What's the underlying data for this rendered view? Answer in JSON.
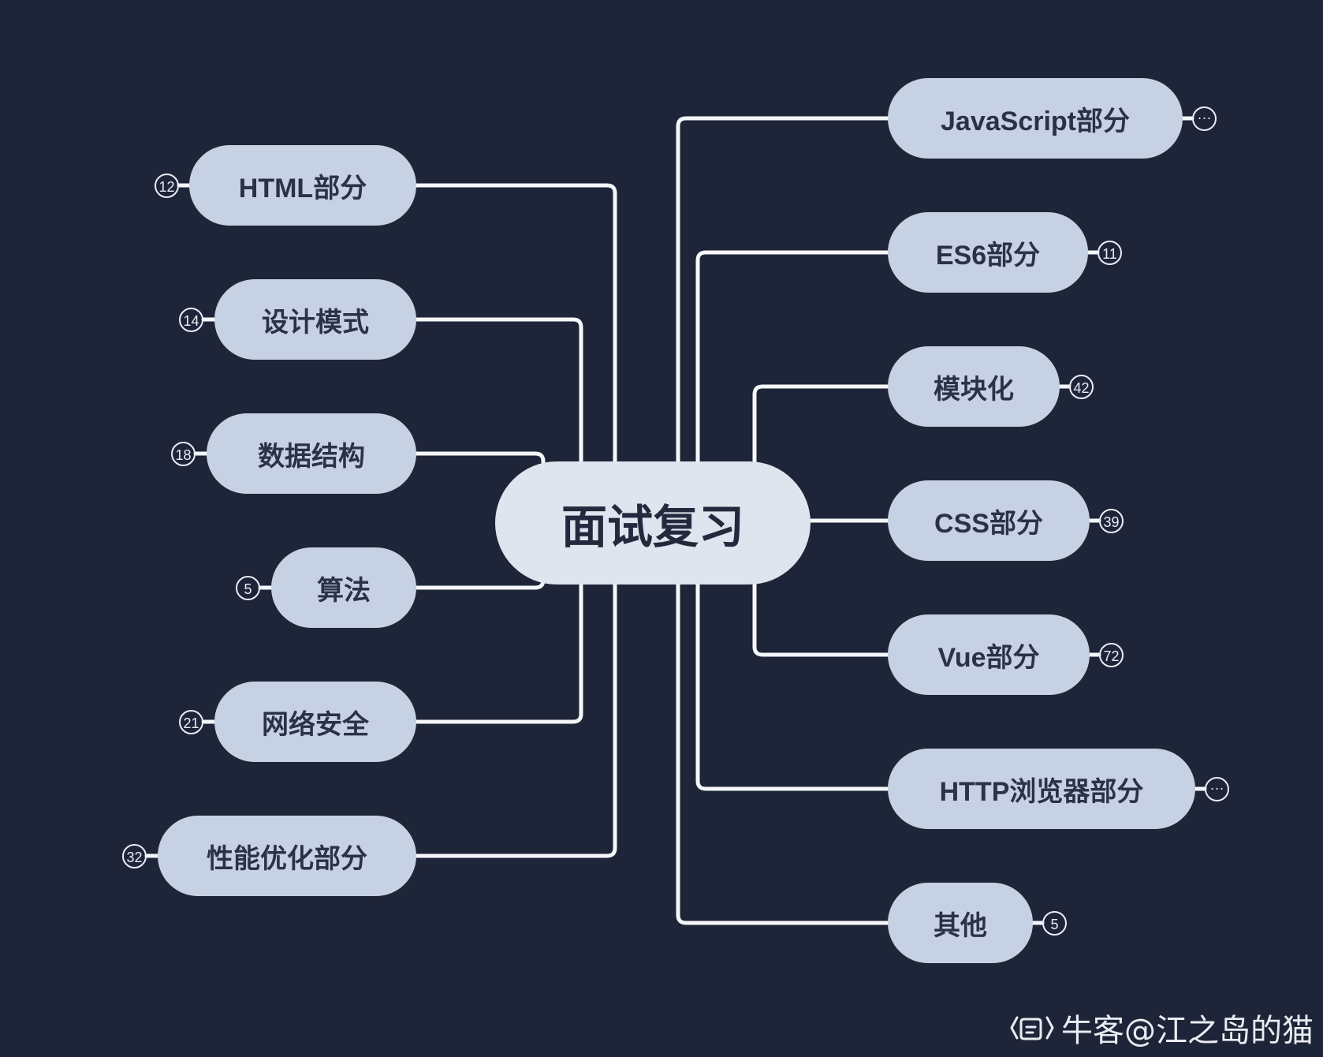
{
  "diagram": {
    "center": "面试复习",
    "left_branches": [
      {
        "label": "HTML部分",
        "count": "12"
      },
      {
        "label": "设计模式",
        "count": "14"
      },
      {
        "label": "数据结构",
        "count": "18"
      },
      {
        "label": "算法",
        "count": "5"
      },
      {
        "label": "网络安全",
        "count": "21"
      },
      {
        "label": "性能优化部分",
        "count": "32"
      }
    ],
    "right_branches": [
      {
        "label": "JavaScript部分",
        "count": "···"
      },
      {
        "label": "ES6部分",
        "count": "11"
      },
      {
        "label": "模块化",
        "count": "42"
      },
      {
        "label": "CSS部分",
        "count": "39"
      },
      {
        "label": "Vue部分",
        "count": "72"
      },
      {
        "label": "HTTP浏览器部分",
        "count": "···"
      },
      {
        "label": "其他",
        "count": "5"
      }
    ]
  },
  "watermark": {
    "text": "牛客@江之岛的猫"
  },
  "colors": {
    "background": "#1f2538",
    "node": "#c6d1e3",
    "center_node": "#dfe4ee",
    "line": "#f5f7fb",
    "text": "#2a3248"
  }
}
